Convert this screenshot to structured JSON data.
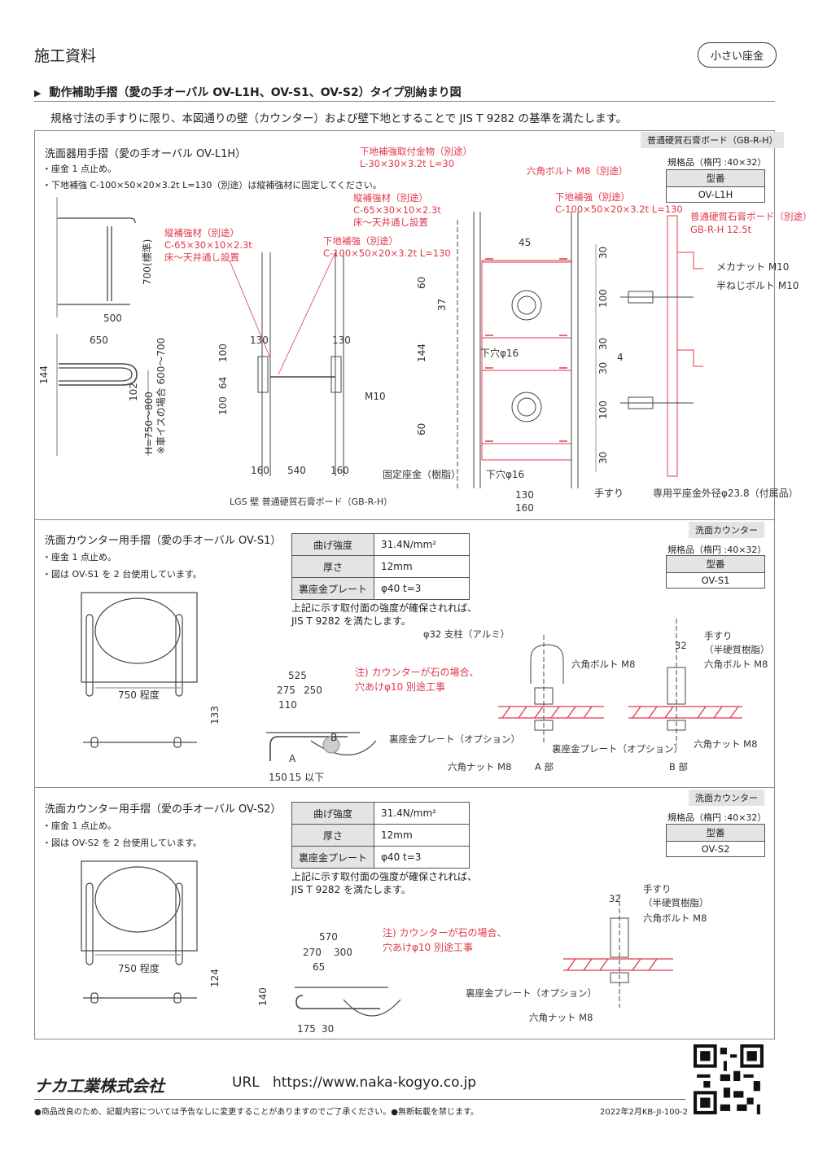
{
  "header": {
    "title": "施工資料",
    "badge": "小さい座金"
  },
  "section": {
    "title": "動作補助手摺（愛の手オーバル OV-L1H、OV-S1、OV-S2）タイプ別納まり図",
    "intro": "規格寸法の手すりに限り、本図通りの壁（カウンター）および壁下地とすることで JIS T 9282 の基準を満たします。"
  },
  "p1": {
    "title": "洗面器用手摺（愛の手オーバル OV-L1H）",
    "note1": "・座金 1 点止め。",
    "note2": "・下地補強 C-100×50×20×3.2t L=130（別途）は縦補強材に固定してください。",
    "tag": "普通硬質石膏ボード（GB-R-H）",
    "spec": "規格品（楕円 :40×32）",
    "model_head": "型番",
    "model": "OV-L1H",
    "wall_caption": "LGS 壁 普通硬質石膏ボード（GB-R-H）",
    "labels": {
      "vert1": "縦補強材（別途）",
      "vert1b": "C-65×30×10×2.3t",
      "vert1c": "床～天井通し設置",
      "sub1": "下地補強（別途）",
      "sub1b": "C-100×50×20×3.2t L=130",
      "bracket": "下地補強取付金物（別途）",
      "bracketb": "L-30×30×3.2t L=30",
      "vert2": "縦補強材（別途）",
      "vert2b": "C-65×30×10×2.3t",
      "vert2c": "床～天井通し設置",
      "hexbolt": "六角ボルト M8（別途）",
      "sub2": "下地補強（別途）",
      "sub2b": "C-100×50×20×3.2t L=130",
      "board": "普通硬質石膏ボード（別途）",
      "boardb": "GB-R-H 12.5t",
      "mekanut": "メカナット M10",
      "halfbolt": "半ねじボルト M10",
      "m10": "M10",
      "hole1": "下穴φ16",
      "hole2": "下穴φ16",
      "fixpad": "固定座金（樹脂）",
      "rail": "手すり",
      "washer": "専用平座金外径φ23.8（付属品）",
      "std": "700(標準)",
      "h": "H=750～800",
      "wc": "※車イスの場合 600～700"
    },
    "dims": {
      "d500": "500",
      "d650": "650",
      "d144": "144",
      "d102": "102",
      "d130a": "130",
      "d130b": "130",
      "d100a": "100",
      "d64": "64",
      "d100b": "100",
      "d160a": "160",
      "d540": "540",
      "d160b": "160",
      "d45": "45",
      "d60a": "60",
      "d37": "37",
      "d144b": "144",
      "d60b": "60",
      "d30a": "30",
      "d100c": "100",
      "d30b": "30",
      "d4": "4",
      "d30c": "30",
      "d100d": "100",
      "d30d": "30",
      "d130c": "130",
      "d160c": "160"
    }
  },
  "p2": {
    "title": "洗面カウンター用手摺（愛の手オーバル OV-S1）",
    "note1": "・座金 1 点止め。",
    "note2": "・図は OV-S1 を 2 台使用しています。",
    "tag": "洗面カウンター",
    "spec": "規格品（楕円 :40×32）",
    "model_head": "型番",
    "model": "OV-S1",
    "props": [
      {
        "k": "曲げ強度",
        "v": "31.4N/mm²"
      },
      {
        "k": "厚さ",
        "v": "12mm"
      },
      {
        "k": "裏座金プレート",
        "v": "φ40 t=3"
      }
    ],
    "cond1": "上記に示す取付面の強度が確保されれば、",
    "cond2": "JIS T 9282 を満たします。",
    "note_red1": "注) カウンターが石の場合、",
    "note_red2": "穴あけφ10 別途工事",
    "labels": {
      "approx": "750 程度",
      "d133": "133",
      "d525": "525",
      "d275": "275",
      "d250": "250",
      "d110": "110",
      "d150": "150",
      "d15": "15 以下",
      "A": "A",
      "B": "B",
      "post": "φ32 支柱（アルミ）",
      "hexA": "六角ボルト M8",
      "d32": "32",
      "railB": "手すり",
      "railB2": "（半硬質樹脂）",
      "hexB": "六角ボルト M8",
      "plateA": "裏座金プレート（オプション）",
      "plateB": "裏座金プレート（オプション）",
      "nutA": "六角ナット M8",
      "nutB": "六角ナット M8",
      "partA": "A 部",
      "partB": "B 部"
    }
  },
  "p3": {
    "title": "洗面カウンター用手摺（愛の手オーバル OV-S2）",
    "note1": "・座金 1 点止め。",
    "note2": "・図は OV-S2 を 2 台使用しています。",
    "tag": "洗面カウンター",
    "spec": "規格品（楕円 :40×32）",
    "model_head": "型番",
    "model": "OV-S2",
    "props": [
      {
        "k": "曲げ強度",
        "v": "31.4N/mm²"
      },
      {
        "k": "厚さ",
        "v": "12mm"
      },
      {
        "k": "裏座金プレート",
        "v": "φ40 t=3"
      }
    ],
    "cond1": "上記に示す取付面の強度が確保されれば、",
    "cond2": "JIS T 9282 を満たします。",
    "note_red1": "注) カウンターが石の場合、",
    "note_red2": "穴あけφ10 別途工事",
    "labels": {
      "approx": "750 程度",
      "d124": "124",
      "d570": "570",
      "d270": "270",
      "d300": "300",
      "d65": "65",
      "d140": "140",
      "d175": "175",
      "d30": "30",
      "d32": "32",
      "rail": "手すり",
      "rail2": "（半硬質樹脂）",
      "hex": "六角ボルト M8",
      "plate": "裏座金プレート（オプション）",
      "nut": "六角ナット M8"
    }
  },
  "footer": {
    "company": "ナカ工業株式会社",
    "url_label": "URL",
    "url": "https://www.naka-kogyo.co.jp",
    "disclaimer": "●商品改良のため、記載内容については予告なしに変更することがありますのでご了承ください。●無断転載を禁じます。",
    "code": "2022年2月KB-JI-100-2"
  }
}
